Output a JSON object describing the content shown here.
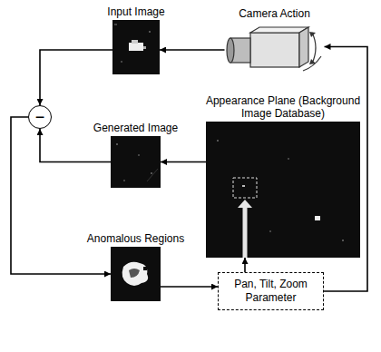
{
  "diagram": {
    "nodes": [
      {
        "text": [
          "Input Image"
        ]
      },
      {
        "text": [
          "Camera Action"
        ]
      },
      {
        "text": [
          "−"
        ]
      },
      {
        "text": [
          "Appearance Plane (Background Image Database)"
        ]
      },
      {
        "text": [
          "Generated Image"
        ]
      },
      {
        "text": [
          "Anomalous Regions"
        ]
      },
      {
        "text": [
          "Pan, Tilt, Zoom Parameter"
        ]
      }
    ],
    "edges": [
      {
        "from": 1,
        "to": 0,
        "arrow": "to"
      },
      {
        "from": 0,
        "to": 2,
        "arrow": "to"
      },
      {
        "from": 4,
        "to": 2,
        "arrow": "to"
      },
      {
        "from": 3,
        "to": 4,
        "arrow": "to"
      },
      {
        "from": 2,
        "to": 5,
        "arrow": "to"
      },
      {
        "from": 5,
        "to": 6,
        "arrow": "to"
      },
      {
        "from": 6,
        "to": 3,
        "arrow": "to"
      },
      {
        "from": 6,
        "to": 1,
        "arrow": "to"
      }
    ]
  }
}
